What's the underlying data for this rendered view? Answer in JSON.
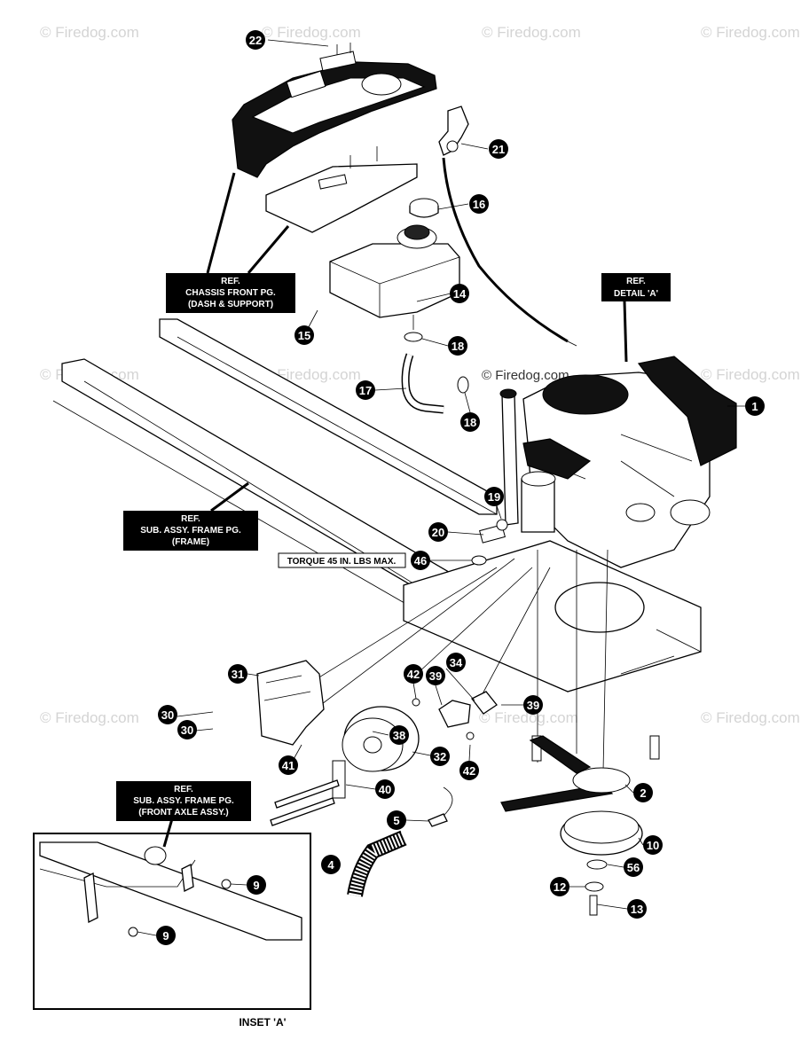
{
  "watermarks": [
    {
      "text": "© Firedog.com"
    },
    {
      "text": "© Firedog.com"
    },
    {
      "text": "© Firedog.com"
    },
    {
      "text": "© Firedog.com"
    },
    {
      "text": "© Firedog.com"
    },
    {
      "text": "© Firedog.com"
    },
    {
      "text": "© Firedog.com"
    },
    {
      "text": "© Firedog.com"
    },
    {
      "text": "© Firedog.com"
    },
    {
      "text": "© Firedog.com"
    }
  ],
  "center_watermark": "© Firedog.com",
  "ref_boxes": {
    "chassis": {
      "line1": "REF.",
      "line2": "CHASSIS FRONT PG.",
      "line3": "(DASH & SUPPORT)"
    },
    "detail": {
      "line1": "REF.",
      "line2": "DETAIL 'A'"
    },
    "frame": {
      "line1": "REF.",
      "line2": "SUB. ASSY. FRAME PG.",
      "line3": "(FRAME)"
    },
    "front_axle": {
      "line1": "REF.",
      "line2": "SUB. ASSY. FRAME PG.",
      "line3": "(FRONT AXLE ASSY.)"
    }
  },
  "torque_note": "TORQUE 45 IN. LBS MAX.",
  "inset_label": "INSET 'A'",
  "callouts": [
    "22",
    "21",
    "16",
    "14",
    "15",
    "18",
    "17",
    "18",
    "1",
    "19",
    "20",
    "46",
    "31",
    "42",
    "39",
    "34",
    "30",
    "30",
    "38",
    "32",
    "42",
    "39",
    "41",
    "40",
    "2",
    "10",
    "5",
    "4",
    "56",
    "12",
    "13",
    "9",
    "9"
  ]
}
